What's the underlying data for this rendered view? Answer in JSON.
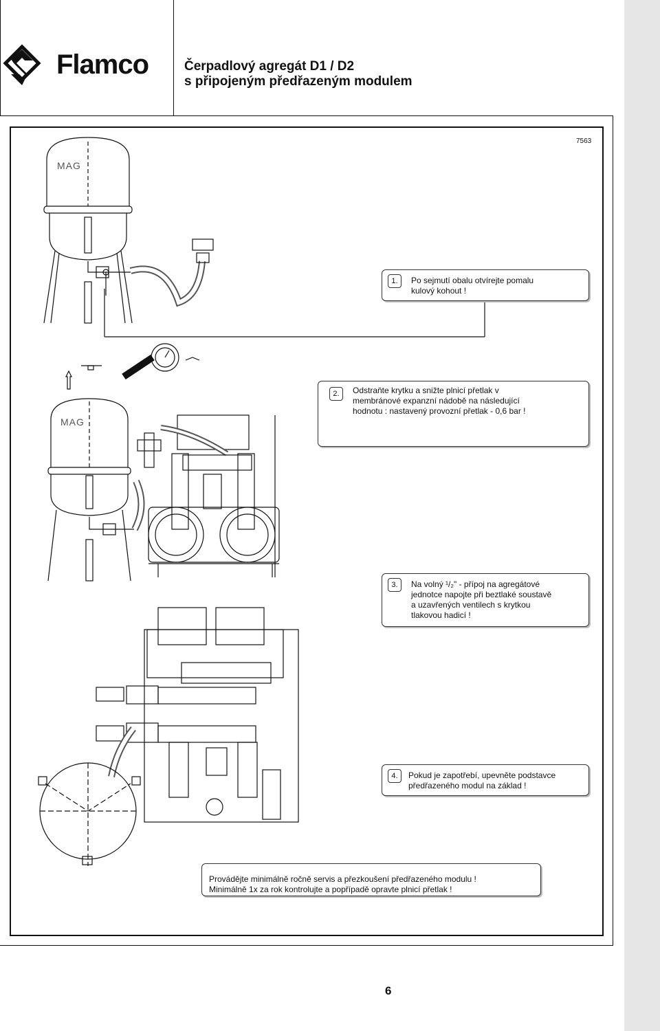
{
  "header": {
    "brand": "Flamco",
    "title_line1": "Čerpadlový agregát D1 / D2",
    "title_line2": "s připojeným předřazeným modulem"
  },
  "document_number": "7563",
  "drawings": {
    "tank_label_1": "MAG",
    "tank_label_2": "MAG"
  },
  "steps": [
    {
      "number": "1.",
      "lines": [
        "Po sejmutí obalu otvírejte pomalu",
        "kulový kohout !"
      ]
    },
    {
      "number": "2.",
      "lines": [
        "Odstraňte krytku a snižte plnicí přetlak v",
        "membránové expanzní nádobě na následující",
        "hodnotu : nastavený provozní přetlak - 0,6 bar !"
      ]
    },
    {
      "number": "3.",
      "lines": [
        "Na volný ¹/₂\" - přípoj na agregátové",
        "jednotce napojte při beztlaké soustavě",
        "a uzavřených ventilech s krytkou",
        "tlakovou hadicí !"
      ]
    },
    {
      "number": "4.",
      "lines": [
        "Pokud je zapotřebí, upevněte podstavce",
        "předřazeného modul na základ !"
      ]
    }
  ],
  "note": {
    "lines": [
      "Provádějte minimálně ročně servis a přezkoušení předřazeného modulu !",
      "Minimálně 1x za rok kontrolujte a popřípadě opravte plnicí přetlak !"
    ]
  },
  "page_number": "6"
}
